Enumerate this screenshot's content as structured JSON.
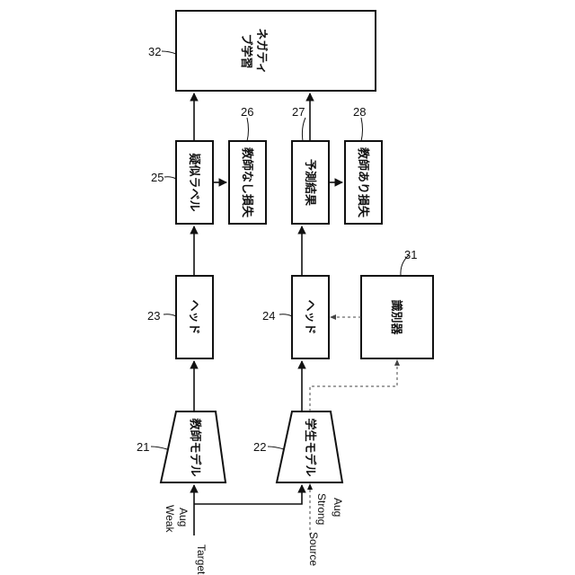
{
  "blocks": {
    "negative_learning": {
      "num": "32",
      "line1": "ネガティ",
      "line2": "ブ学習"
    },
    "teacher_model": {
      "num": "21",
      "label": "教師モデル"
    },
    "student_model": {
      "num": "22",
      "label": "学生モデル"
    },
    "head_teacher": {
      "num": "23",
      "label": "ヘッド"
    },
    "head_student": {
      "num": "24",
      "label": "ヘッド"
    },
    "pseudo_label": {
      "num": "25",
      "label": "疑似ラベル"
    },
    "unsupervised_loss": {
      "num": "26",
      "label": "教師なし損失"
    },
    "prediction": {
      "num": "27",
      "label": "予測結果"
    },
    "supervised_loss": {
      "num": "28",
      "label": "教師あり損失"
    },
    "discriminator": {
      "num": "31",
      "label": "識別器"
    }
  },
  "inputs": {
    "target": "Target",
    "weak_aug_1": "Weak",
    "weak_aug_2": "Aug",
    "source": "Source",
    "strong_aug_1": "Strong",
    "strong_aug_2": "Aug"
  }
}
